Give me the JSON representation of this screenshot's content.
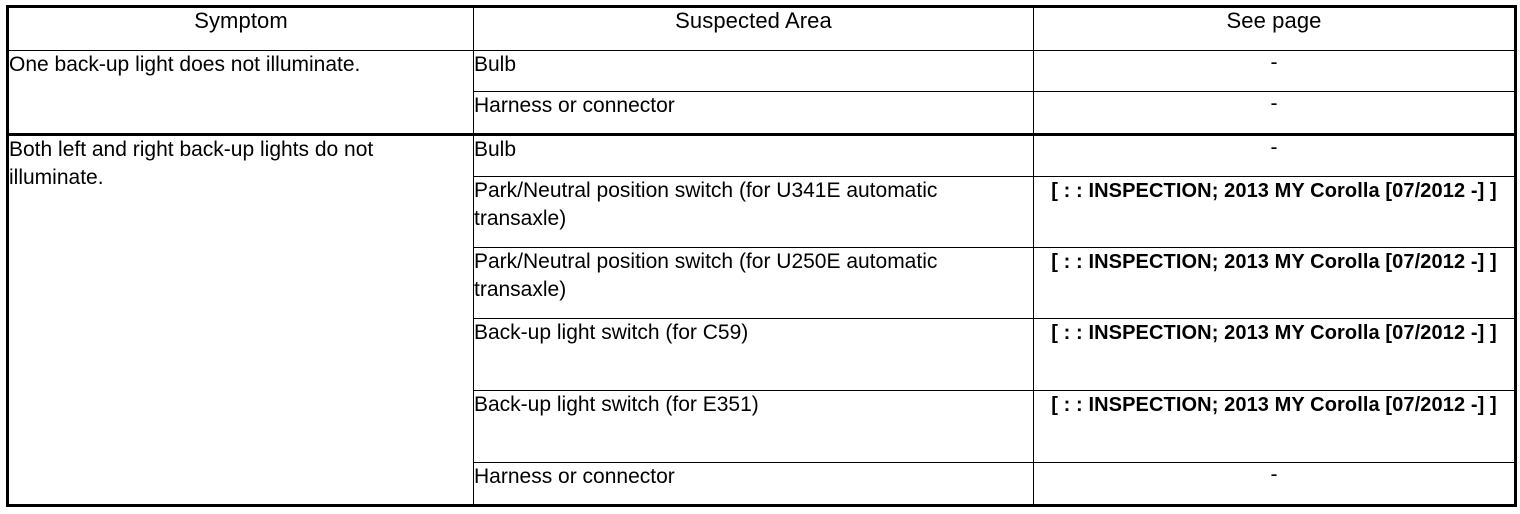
{
  "table": {
    "headers": [
      {
        "label": "Symptom"
      },
      {
        "label": "Suspected Area"
      },
      {
        "label": "See page"
      }
    ],
    "groups": [
      {
        "symptom": "One back-up light does not illuminate.",
        "rows": [
          {
            "area": "Bulb",
            "page": "-"
          },
          {
            "area": "Harness or connector",
            "page": "-"
          }
        ]
      },
      {
        "symptom": "Both left and right back-up lights do not illuminate.",
        "rows": [
          {
            "area": "Bulb",
            "page": "-"
          },
          {
            "area": "Park/Neutral position switch (for U341E automatic transaxle)",
            "page": "[ : : INSPECTION; 2013 MY Corolla [07/2012 -] ]"
          },
          {
            "area": "Park/Neutral position switch (for U250E automatic transaxle)",
            "page": "[ : : INSPECTION; 2013 MY Corolla [07/2012 -] ]"
          },
          {
            "area": "Back-up light switch (for C59)",
            "page": "[ : : INSPECTION; 2013 MY Corolla [07/2012 -] ]"
          },
          {
            "area": "Back-up light switch (for E351)",
            "page": "[ : : INSPECTION; 2013 MY Corolla [07/2012 -] ]"
          },
          {
            "area": "Harness or connector",
            "page": "-"
          }
        ]
      }
    ]
  },
  "colors": {
    "border": "#000000",
    "text": "#000000",
    "background": "#ffffff"
  }
}
